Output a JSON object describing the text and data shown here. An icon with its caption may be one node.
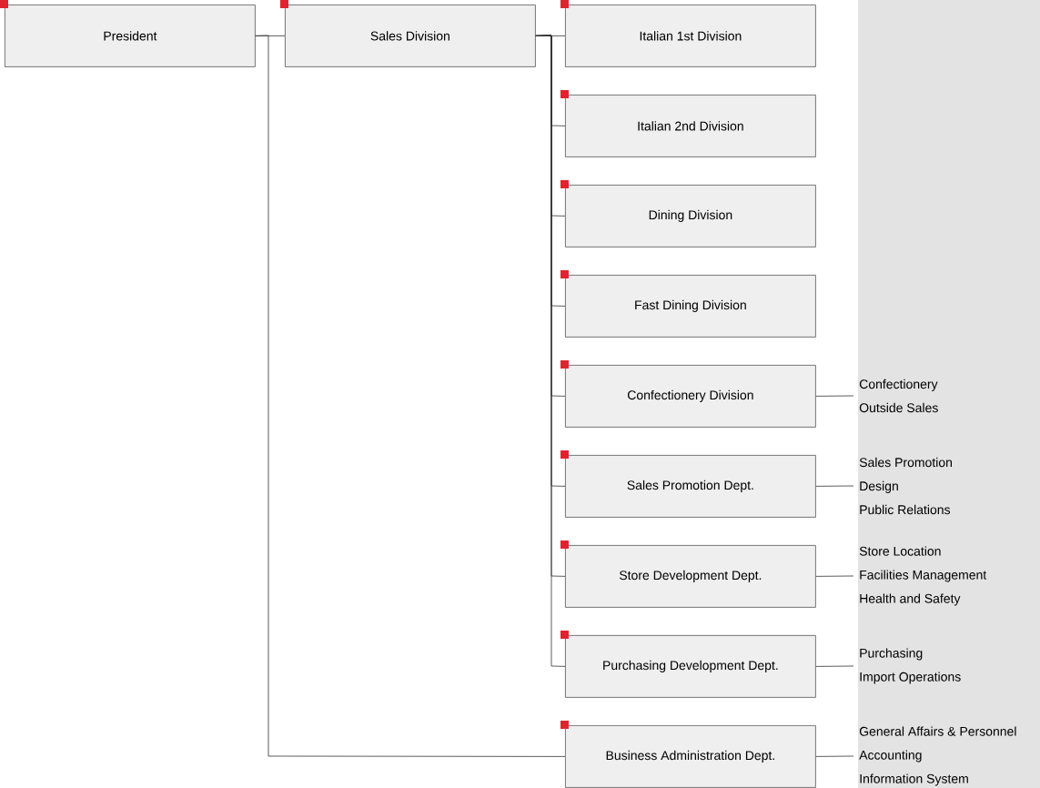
{
  "diagram": {
    "nodes": [
      {
        "text": [
          "President"
        ]
      },
      {
        "text": [
          "Sales Division"
        ]
      },
      {
        "text": [
          "Italian 1st Division"
        ]
      },
      {
        "text": [
          "Italian 2nd Division"
        ]
      },
      {
        "text": [
          "Dining Division"
        ]
      },
      {
        "text": [
          "Fast Dining Division"
        ]
      },
      {
        "text": [
          "Confectionery Division"
        ]
      },
      {
        "text": [
          "Sales Promotion Dept."
        ]
      },
      {
        "text": [
          "Store Development Dept."
        ]
      },
      {
        "text": [
          "Purchasing Development Dept."
        ]
      },
      {
        "text": [
          "Business Administration Dept."
        ]
      },
      {
        "text": [
          "Confectionery",
          "Outside Sales"
        ]
      },
      {
        "text": [
          "Sales Promotion",
          "Design",
          "Public Relations"
        ]
      },
      {
        "text": [
          "Store Location",
          "Facilities Management",
          "Health and Safety"
        ]
      },
      {
        "text": [
          "Purchasing",
          "Import Operations"
        ]
      },
      {
        "text": [
          "General Affairs & Personnel",
          "Accounting",
          "Information System"
        ]
      }
    ],
    "edges": [
      {
        "from": 0,
        "to": 1,
        "arrow": "none"
      },
      {
        "from": 1,
        "to": 2,
        "arrow": "none"
      },
      {
        "from": 1,
        "to": 3,
        "arrow": "none"
      },
      {
        "from": 1,
        "to": 4,
        "arrow": "none"
      },
      {
        "from": 1,
        "to": 5,
        "arrow": "none"
      },
      {
        "from": 1,
        "to": 6,
        "arrow": "none"
      },
      {
        "from": 1,
        "to": 7,
        "arrow": "none"
      },
      {
        "from": 1,
        "to": 8,
        "arrow": "none"
      },
      {
        "from": 1,
        "to": 9,
        "arrow": "none"
      },
      {
        "from": 0,
        "to": 10,
        "arrow": "none"
      },
      {
        "from": 6,
        "to": 11,
        "arrow": "none"
      },
      {
        "from": 7,
        "to": 12,
        "arrow": "none"
      },
      {
        "from": 8,
        "to": 13,
        "arrow": "none"
      },
      {
        "from": 9,
        "to": 14,
        "arrow": "none"
      },
      {
        "from": 10,
        "to": 15,
        "arrow": "none"
      }
    ]
  }
}
